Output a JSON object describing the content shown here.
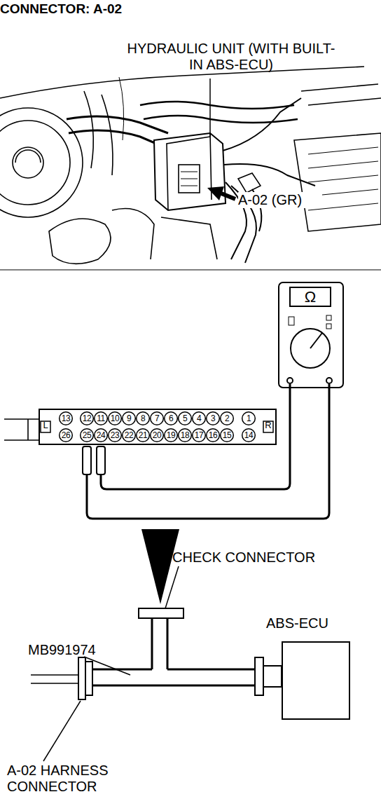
{
  "diagram": {
    "nodes": [
      {
        "text": [
          "Ω"
        ]
      },
      {
        "text": [
          "ABS-ECU"
        ]
      }
    ],
    "labels": [
      "CONNECTOR: A-02",
      "HYDRAULIC UNIT (WITH BUILT-IN ABS-ECU)",
      "A-02 (GR)",
      "13",
      "12",
      "11",
      "10",
      "9",
      "8",
      "7",
      "6",
      "5",
      "4",
      "3",
      "2",
      "1",
      "26",
      "25",
      "24",
      "23",
      "22",
      "21",
      "20",
      "19",
      "18",
      "17",
      "16",
      "15",
      "14",
      "L",
      "R",
      "CHECK CONNECTOR",
      "MB991974",
      "A-02 HARNESS CONNECTOR"
    ]
  }
}
